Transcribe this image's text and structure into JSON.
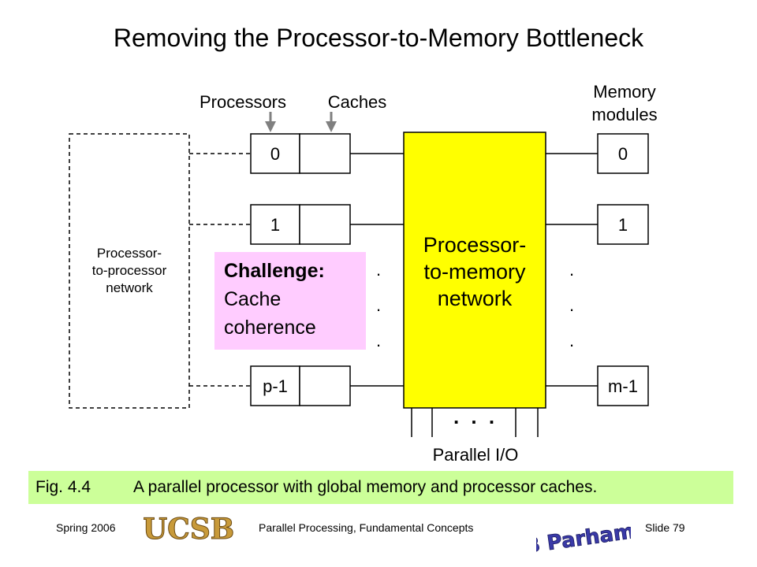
{
  "title": "Removing the Processor-to-Memory Bottleneck",
  "diagram": {
    "processors_label": "Processors",
    "caches_label": "Caches",
    "memory_label_line1": "Memory",
    "memory_label_line2": "modules",
    "p2p_line1": "Processor-",
    "p2p_line2": "to-processor",
    "p2p_line3": "network",
    "p2m_line1": "Processor-",
    "p2m_line2": "to-memory",
    "p2m_line3": "network",
    "processors": [
      "0",
      "1",
      "p-1"
    ],
    "memories": [
      "0",
      "1",
      "m-1"
    ],
    "parallel_io": "Parallel I/O",
    "dots": ".",
    "io_dots": ". . ."
  },
  "challenge": {
    "head": "Challenge:",
    "line1": "Cache",
    "line2": "coherence"
  },
  "caption": {
    "fig": "Fig. 4.4",
    "text": "A parallel processor with global memory and processor caches."
  },
  "footer": {
    "left": "Spring  2006",
    "center": "Parallel Processing, Fundamental Concepts",
    "right": "Slide 79",
    "logo1_text": "UCSB",
    "logo2_text": "B Parhami"
  },
  "colors": {
    "p2m_fill": "#ffff00",
    "challenge_fill": "#ffccff",
    "caption_fill": "#ccff99",
    "logo_ucsb": "#c89a3a",
    "logo_bp": "#3a3aa8"
  }
}
